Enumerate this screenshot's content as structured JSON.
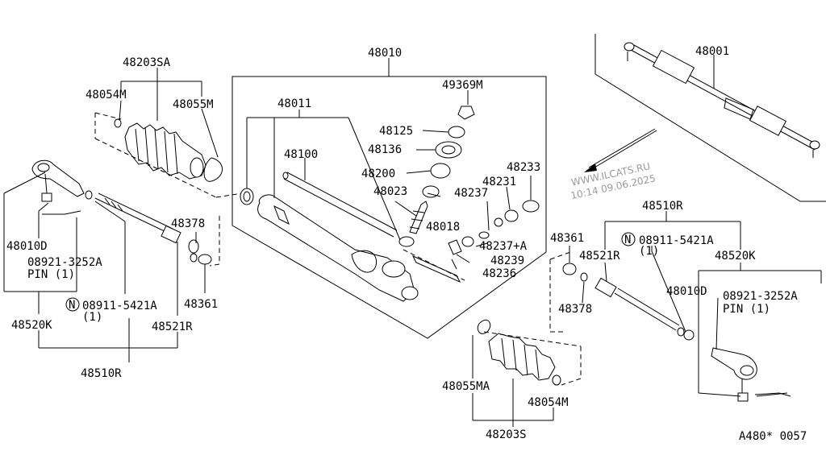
{
  "labels": {
    "p48203SA": "48203SA",
    "p48054M_l": "48054M",
    "p48055M": "48055M",
    "p48010": "48010",
    "p48011": "48011",
    "p49369M": "49369M",
    "p48125": "48125",
    "p48136": "48136",
    "p48100": "48100",
    "p48200": "48200",
    "p48023": "48023",
    "p48233": "48233",
    "p48231": "48231",
    "p48237": "48237",
    "p48018": "48018",
    "p48237A": "48237+A",
    "p48239": "48239",
    "p48236": "48236",
    "p48001": "48001",
    "p48378_l": "48378",
    "p48361_l": "48361",
    "p48010D_l": "48010D",
    "p08921_l": "08921-3252A",
    "pin_l": "PIN (1)",
    "p08911_l": "08911-5421A",
    "one_l": "(1)",
    "p48520K_l": "48520K",
    "p48521R_l": "48521R",
    "p48510R_l": "48510R",
    "p48510R_r": "48510R",
    "p48361_r": "48361",
    "p48521R_r": "48521R",
    "p08911_r": "08911-5421A",
    "one_r": "(1)",
    "p48520K_r": "48520K",
    "p48010D_r": "48010D",
    "p08921_r": "08921-3252A",
    "pin_r": "PIN (1)",
    "p48378_r": "48378",
    "p48055MA": "48055MA",
    "p48054M_r": "48054M",
    "p48203S": "48203S",
    "n_symbol": "N",
    "code": "A480* 0057"
  },
  "watermark": {
    "site": "WWW.ILCATS.RU",
    "timestamp": "10:14 09.06.2025"
  }
}
